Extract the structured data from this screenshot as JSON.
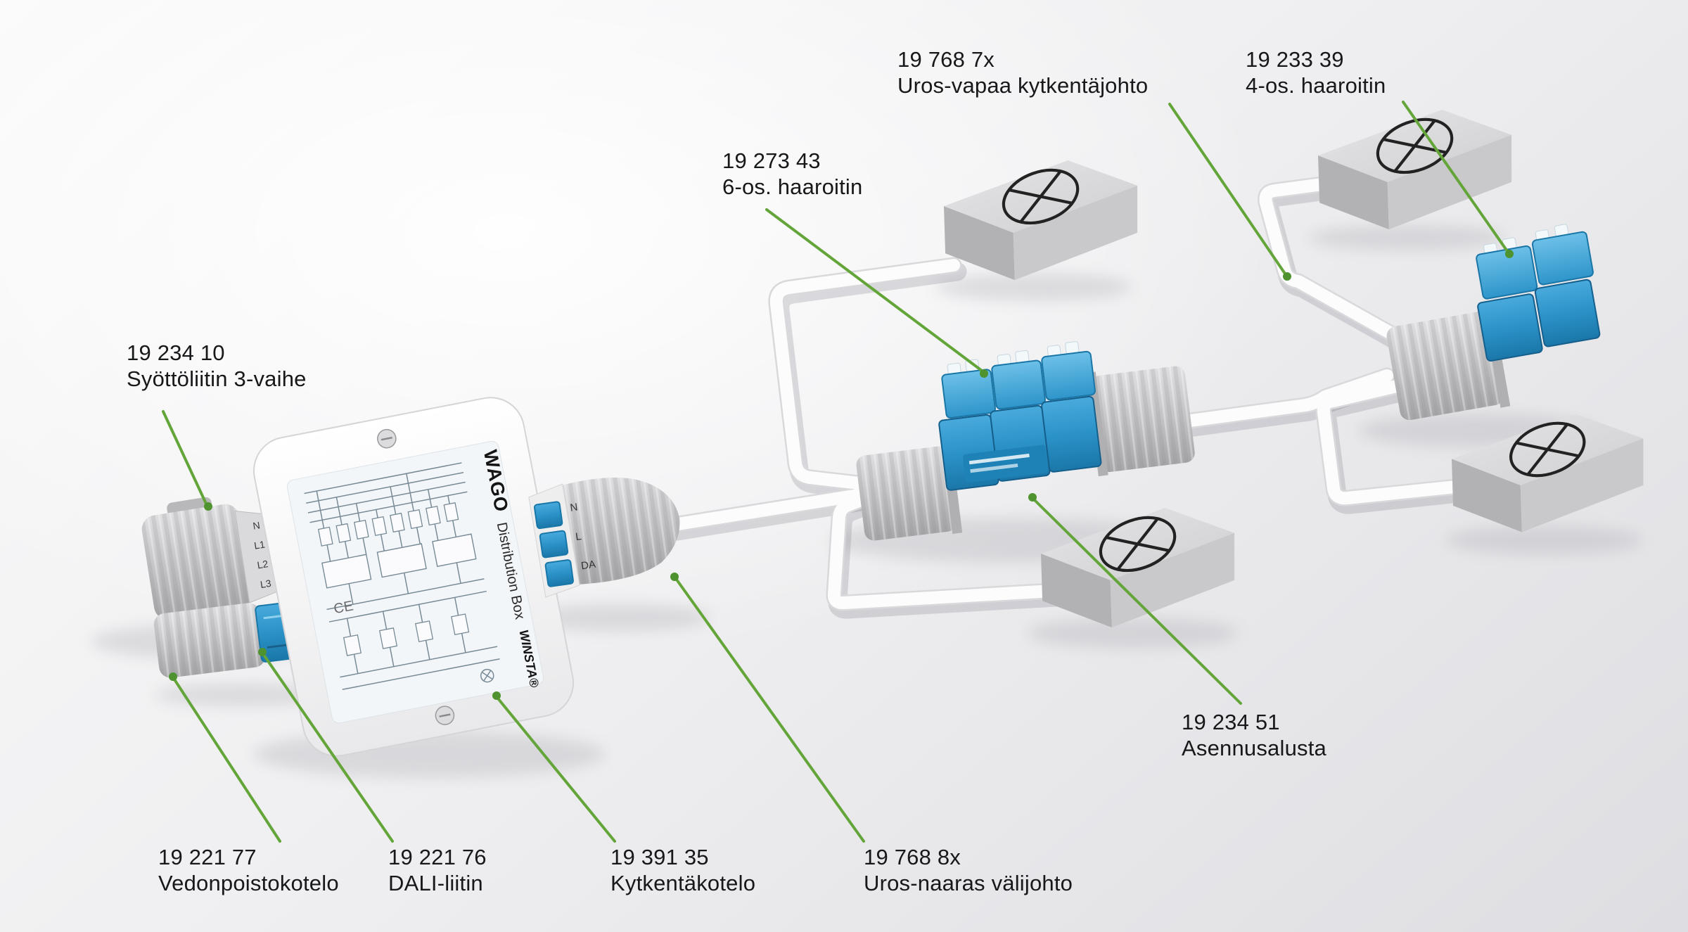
{
  "colors": {
    "annotation_green": "#64a53a",
    "connector_blue": "#2b92c8",
    "connector_gray": "#c3c3c5",
    "cable_white": "#fbfbfc",
    "text": "#16181a"
  },
  "labels": {
    "feed": {
      "code": "19 234 10",
      "name": "Syöttöliitin 3-vaihe"
    },
    "splitter6": {
      "code": "19 273 43",
      "name": "6-os. haaroitin"
    },
    "male_free_cable": {
      "code": "19 768 7x",
      "name": "Uros-vapaa kytkentäjohto"
    },
    "splitter4": {
      "code": "19 233 39",
      "name": "4-os. haaroitin"
    },
    "mounting_base": {
      "code": "19 234 51",
      "name": "Asennusalusta"
    },
    "strain_relief": {
      "code": "19 221 77",
      "name": "Vedonpoistokotelo"
    },
    "dali": {
      "code": "19 221 76",
      "name": "DALI-liitin"
    },
    "junction_box": {
      "code": "19 391 35",
      "name": "Kytkentäkotelo"
    },
    "male_female_cable": {
      "code": "19 768 8x",
      "name": "Uros-naaras välijohto"
    }
  },
  "distribution_box": {
    "brand": "WAGO",
    "product": "Distribution Box",
    "series": "WINSTA®",
    "ce_mark": "CE"
  },
  "pins": {
    "feed": [
      "N",
      "L1",
      "L2",
      "L3"
    ],
    "output": [
      "N",
      "L",
      "DA"
    ]
  }
}
